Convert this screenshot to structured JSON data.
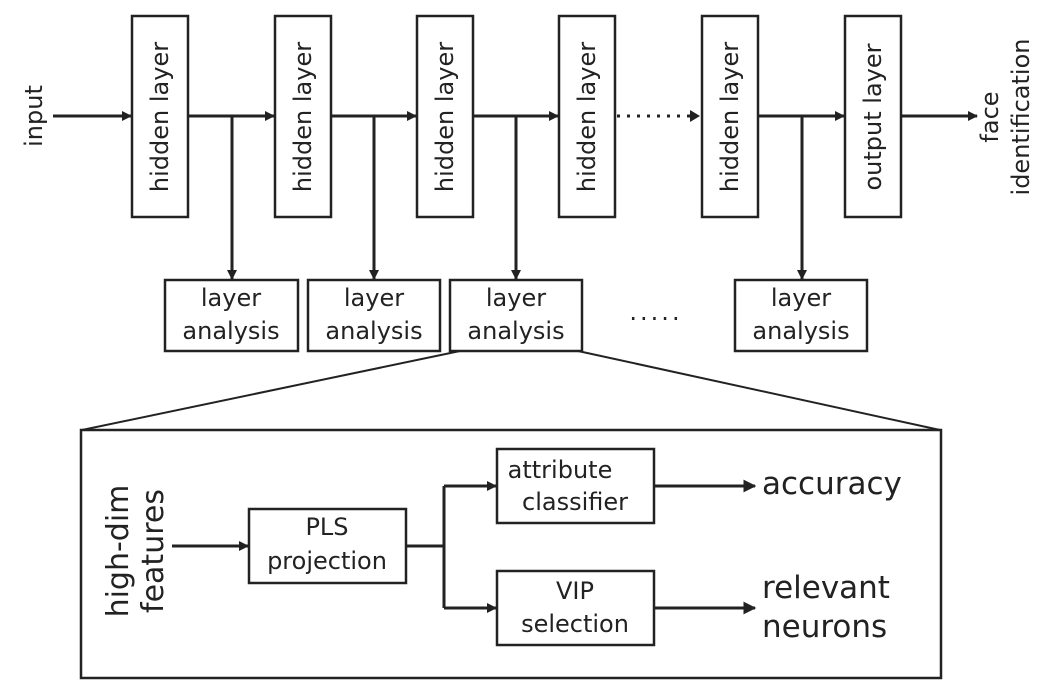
{
  "colors": {
    "stroke": "#222222",
    "background": "#ffffff"
  },
  "network": {
    "input_label": "input",
    "hidden_layers": [
      "hidden layer",
      "hidden layer",
      "hidden layer",
      "hidden layer",
      "hidden layer"
    ],
    "output_layer": "output layer",
    "output_label": [
      "face",
      "identification"
    ],
    "analysis_boxes": [
      [
        "layer",
        "analysis"
      ],
      [
        "layer",
        "analysis"
      ],
      [
        "layer",
        "analysis"
      ],
      [
        "layer",
        "analysis"
      ]
    ],
    "ellipsis": "....."
  },
  "detail": {
    "input_label": [
      "high-dim",
      "features"
    ],
    "pls_box": [
      "PLS",
      "projection"
    ],
    "attribute_box": [
      "attribute",
      "classifier"
    ],
    "vip_box": [
      "VIP",
      "selection"
    ],
    "accuracy_label": "accuracy",
    "neurons_label": [
      "relevant",
      "neurons"
    ]
  }
}
